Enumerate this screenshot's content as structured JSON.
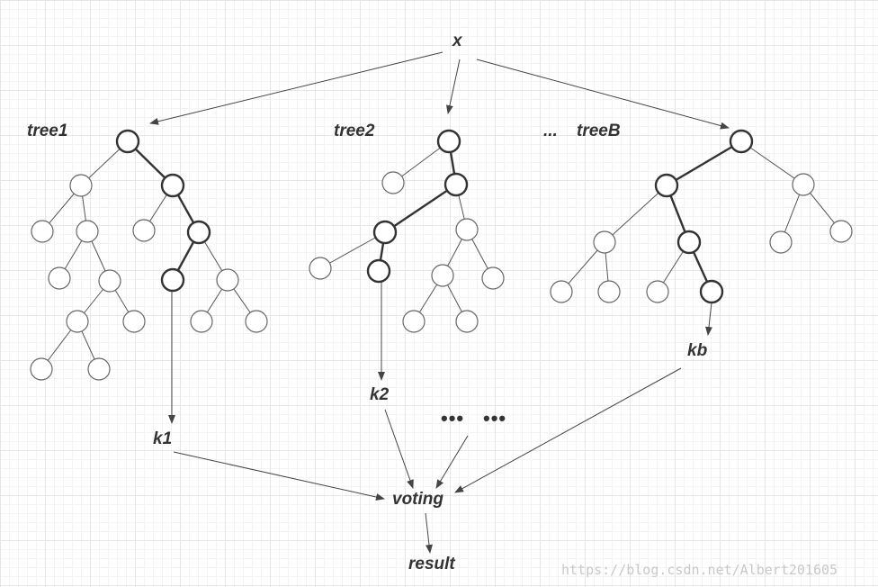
{
  "labels": {
    "input": "x",
    "tree1": "tree1",
    "tree2": "tree2",
    "ellipsis_top": "...",
    "treeB": "treeB",
    "k1": "k1",
    "k2": "k2",
    "kb": "kb",
    "ellipsis_mid_1": "•••",
    "ellipsis_mid_2": "•••",
    "voting": "voting",
    "result": "result"
  },
  "watermark": "https://blog.csdn.net/Albert201605",
  "colors": {
    "edge": "#555555",
    "highlight_edge": "#333333",
    "node_fill": "#ffffff",
    "node_stroke": "#666666",
    "highlight_stroke": "#333333"
  }
}
